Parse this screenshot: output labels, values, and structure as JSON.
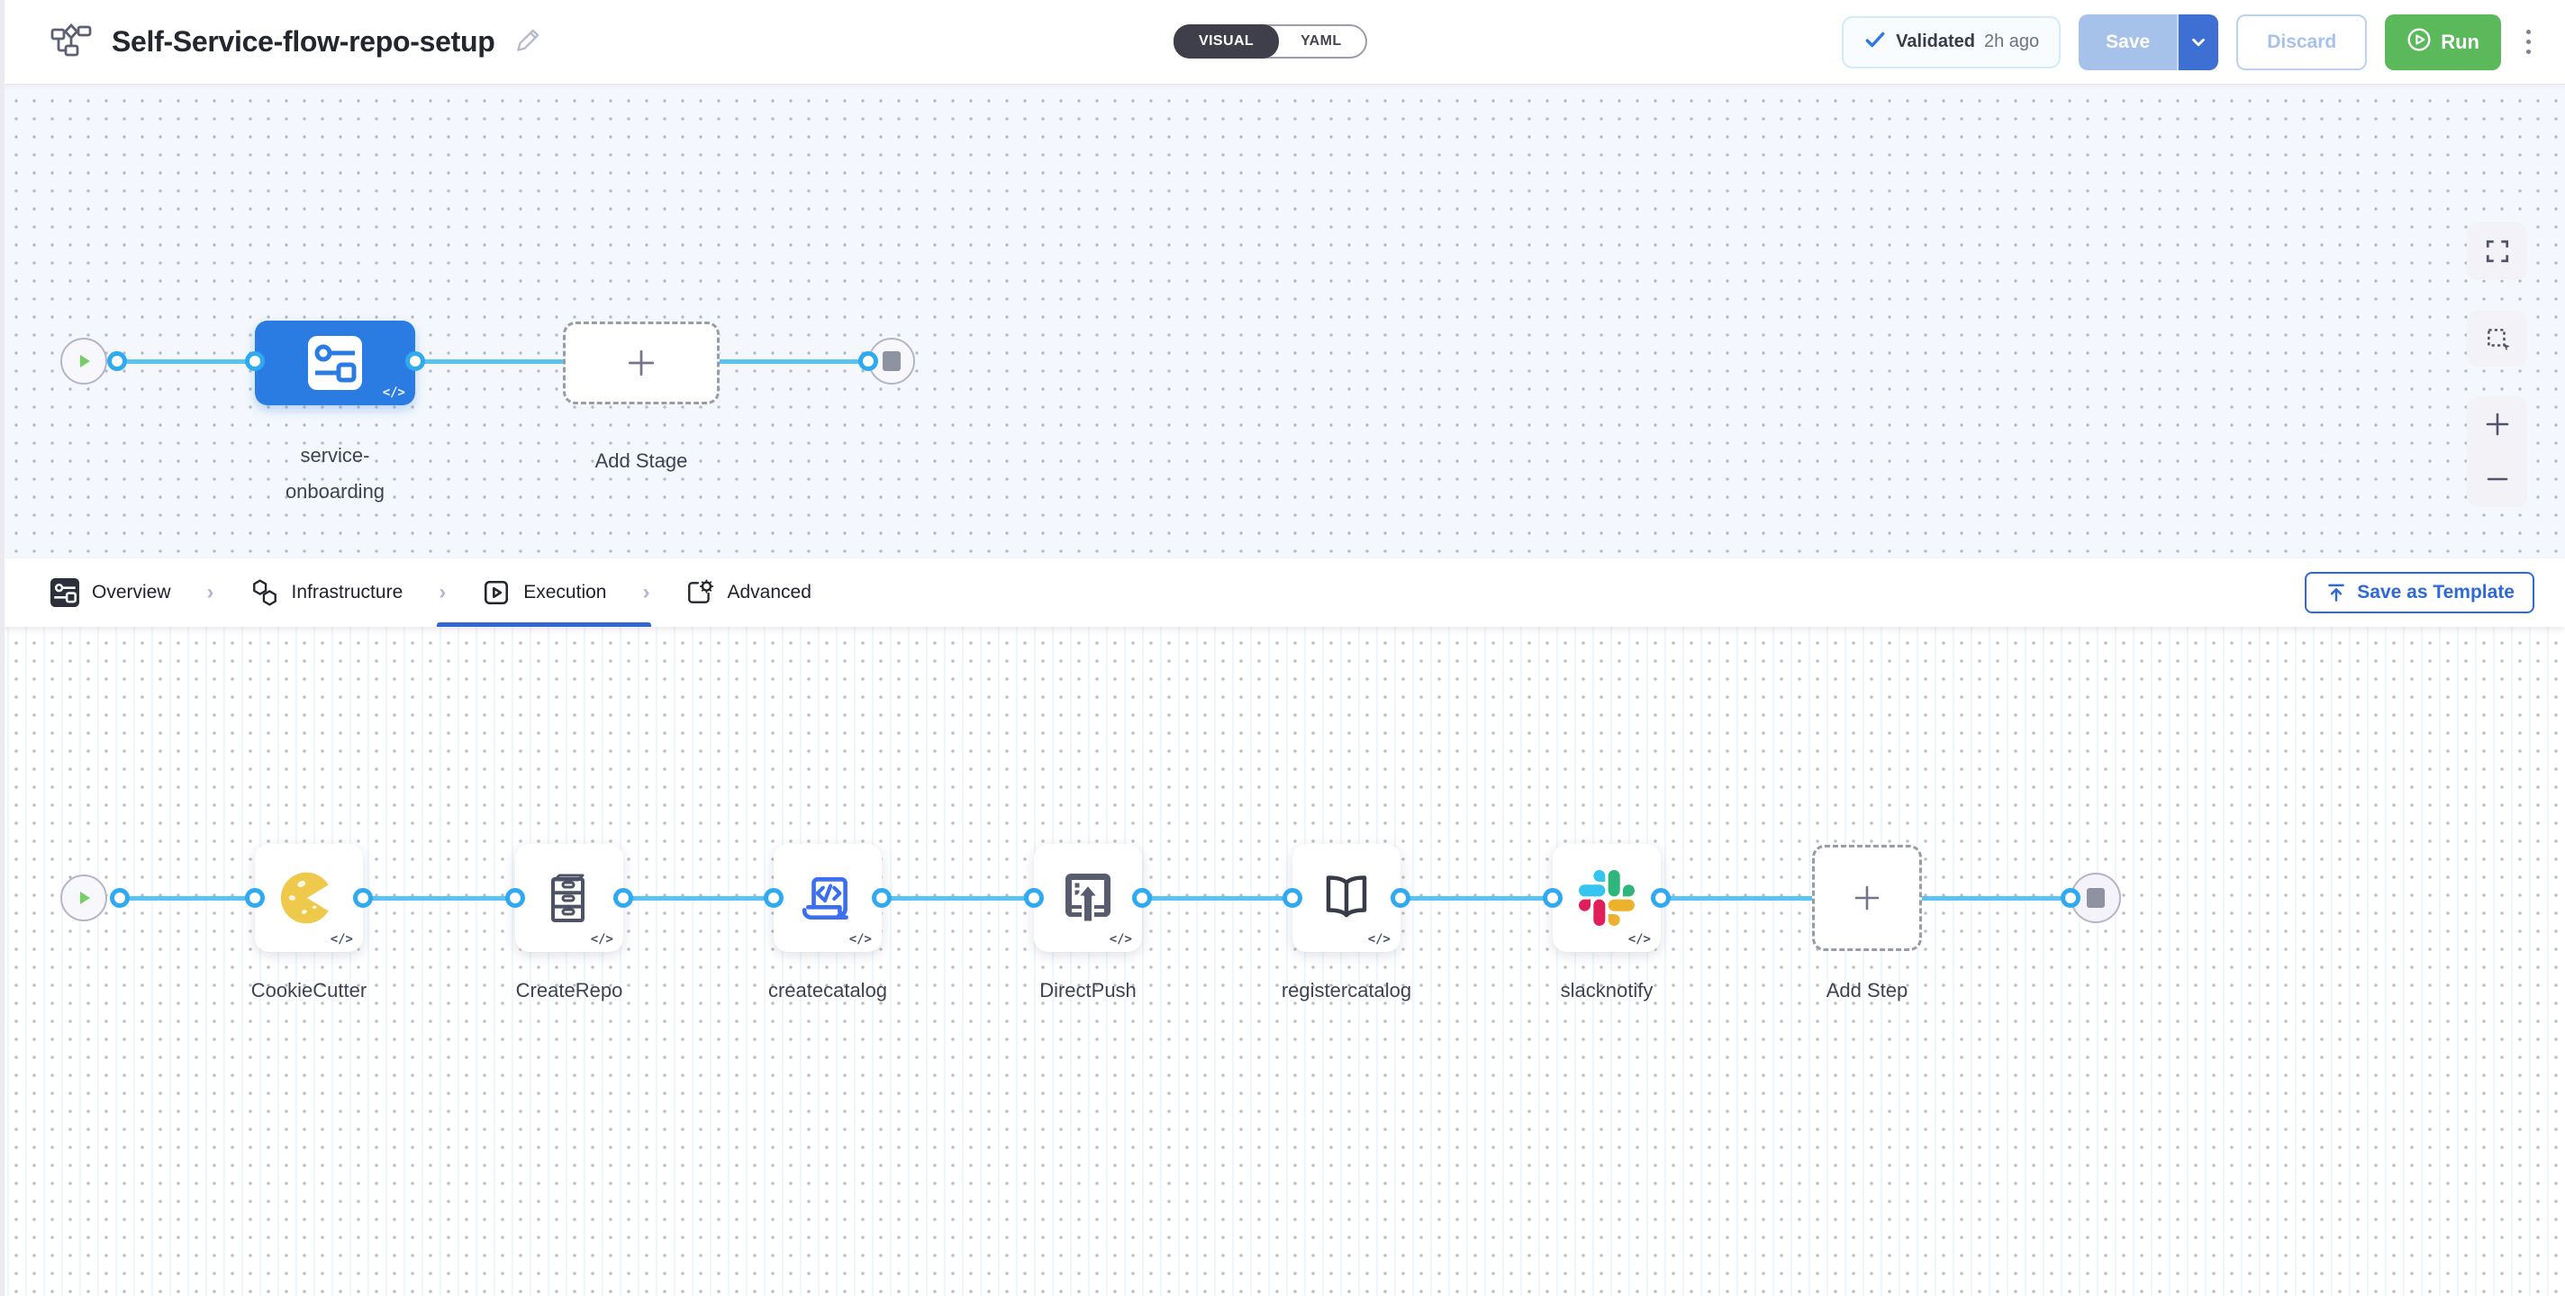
{
  "header": {
    "title": "Self-Service-flow-repo-setup",
    "toggle": {
      "visual": "VISUAL",
      "yaml": "YAML"
    },
    "validated": {
      "label": "Validated",
      "time": "2h ago"
    },
    "save_label": "Save",
    "discard_label": "Discard",
    "run_label": "Run"
  },
  "stage_pipeline": {
    "stage_label": "service-onboarding",
    "add_stage_label": "Add Stage",
    "code_badge": "</>"
  },
  "tabs": {
    "overview": "Overview",
    "infrastructure": "Infrastructure",
    "execution": "Execution",
    "advanced": "Advanced",
    "save_as_template": "Save as Template"
  },
  "execution_pipeline": {
    "steps": [
      {
        "label": "CookieCutter"
      },
      {
        "label": "CreateRepo"
      },
      {
        "label": "createcatalog"
      },
      {
        "label": "DirectPush"
      },
      {
        "label": "registercatalog"
      },
      {
        "label": "slacknotify"
      }
    ],
    "add_step_label": "Add Step",
    "code_badge": "</>"
  },
  "colors": {
    "stage_blue": "#2A7CE3",
    "connector_blue": "#5AC3F2",
    "port_blue": "#2FA9EF",
    "run_green": "#5BB95C",
    "save_disabled_blue": "#A6C2EB",
    "save_caret_blue": "#3E70D4",
    "tab_underline_blue": "#3467D2",
    "template_button_blue": "#2E6AD6",
    "cookie_yellow": "#EFC94C",
    "slack_blue": "#36C5F0",
    "slack_green": "#2EB67D",
    "slack_yellow": "#ECB22E",
    "slack_red": "#E01E5A"
  }
}
